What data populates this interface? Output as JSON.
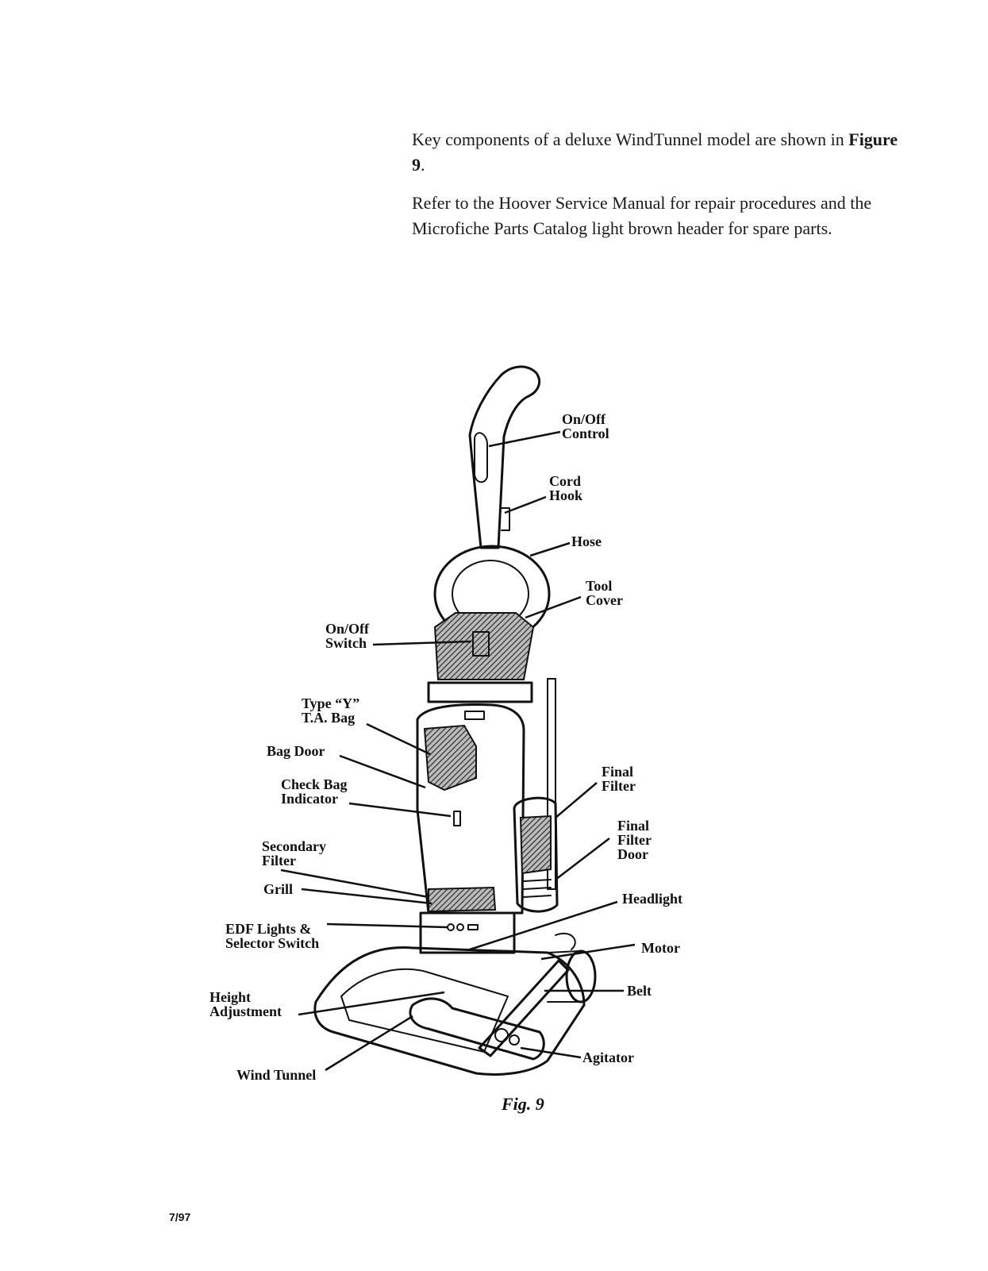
{
  "intro": {
    "para1_text": "Key components of a deluxe WindTunnel model are shown in ",
    "para1_ref": "Figure 9",
    "para1_end": ".",
    "para2": "Refer to the Hoover Service Manual for repair procedures and the Microfiche Parts Catalog light brown header for spare parts."
  },
  "labels": {
    "on_off_control": [
      "On/Off",
      "Control"
    ],
    "cord_hook": [
      "Cord",
      "Hook"
    ],
    "hose": [
      "Hose"
    ],
    "tool_cover": [
      "Tool",
      "Cover"
    ],
    "on_off_switch": [
      "On/Off",
      "Switch"
    ],
    "type_y_bag": [
      "Type “Y”",
      "T.A. Bag"
    ],
    "bag_door": [
      "Bag Door"
    ],
    "check_bag_indicator": [
      "Check Bag",
      "Indicator"
    ],
    "secondary_filter": [
      "Secondary",
      "Filter"
    ],
    "grill": [
      "Grill"
    ],
    "edf_lights": [
      "EDF Lights &",
      "Selector Switch"
    ],
    "height_adjustment": [
      "Height",
      "Adjustment"
    ],
    "wind_tunnel": [
      "Wind Tunnel"
    ],
    "final_filter": [
      "Final",
      "Filter"
    ],
    "final_filter_door": [
      "Final",
      "Filter",
      "Door"
    ],
    "headlight": [
      "Headlight"
    ],
    "motor": [
      "Motor"
    ],
    "belt": [
      "Belt"
    ],
    "agitator": [
      "Agitator"
    ]
  },
  "caption": "Fig. 9",
  "footer": "7/97"
}
